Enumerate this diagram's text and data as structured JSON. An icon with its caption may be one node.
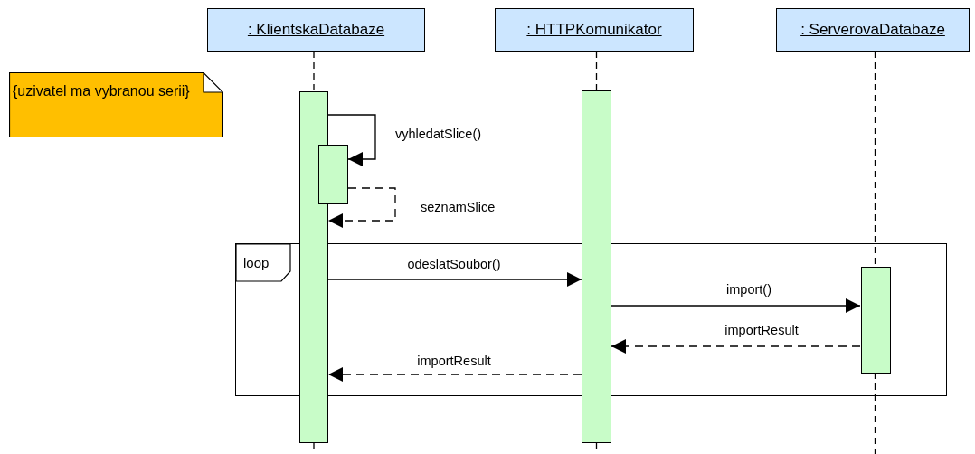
{
  "diagram": {
    "nodes": [
      {
        "text": [
          ": KlientskaDatabaze"
        ]
      },
      {
        "text": [
          ": HTTPKomunikator"
        ]
      },
      {
        "text": [
          ": ServerovaDatabaze"
        ]
      },
      {
        "text": [
          "{uzivatel ma vybranou serii}"
        ]
      },
      {
        "text": [
          "loop"
        ]
      },
      {
        "text": [],
        "shape": "bar"
      },
      {
        "text": [],
        "shape": "bar"
      },
      {
        "text": [],
        "shape": "bar"
      },
      {
        "text": [],
        "shape": "bar",
        "in": 4
      }
    ],
    "edges": [
      {
        "from": 0,
        "to": 5,
        "arrow": "none",
        "style": "dashed"
      },
      {
        "from": 5,
        "to": null,
        "arrow": "none",
        "style": "dashed"
      },
      {
        "from": 1,
        "to": 7,
        "arrow": "none",
        "style": "dashed"
      },
      {
        "from": 7,
        "to": null,
        "arrow": "none",
        "style": "dashed"
      },
      {
        "from": 2,
        "to": 8,
        "arrow": "none",
        "style": "dashed"
      },
      {
        "from": 8,
        "to": null,
        "arrow": "none",
        "style": "dashed"
      },
      {
        "from": 5,
        "to": 6,
        "arrow": "to",
        "label": "vyhledatSlice()"
      },
      {
        "from": 6,
        "to": 5,
        "arrow": "to",
        "style": "dashed",
        "label": "seznamSlice"
      },
      {
        "from": 5,
        "to": 7,
        "arrow": "to",
        "label": "odeslatSoubor()"
      },
      {
        "from": 7,
        "to": 8,
        "arrow": "to",
        "label": "import()"
      },
      {
        "from": 8,
        "to": 7,
        "arrow": "to",
        "style": "dashed",
        "label": "importResult"
      },
      {
        "from": 7,
        "to": 5,
        "arrow": "to",
        "style": "dashed",
        "label": "importResult"
      }
    ]
  }
}
